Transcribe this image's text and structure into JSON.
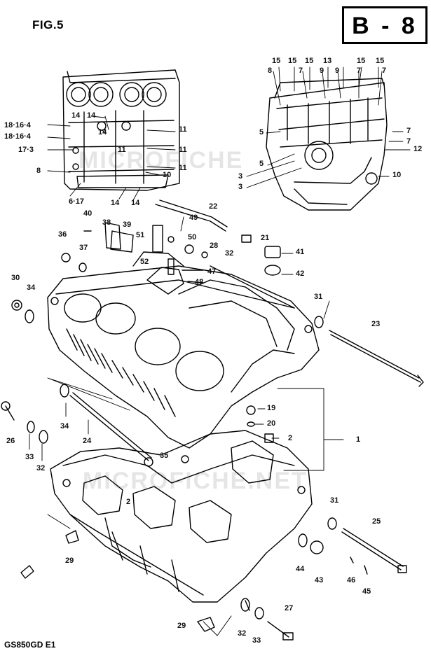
{
  "figure": {
    "title": "FIG.5",
    "badge": "B - 8",
    "model": "GS850GD E1"
  },
  "watermark": {
    "top": "MICROFICHE",
    "bottom": "MICROFICHE.NET"
  },
  "labels": {
    "l15a": "15",
    "l15b": "15",
    "l15c": "15",
    "l13": "13",
    "l15d": "15",
    "l15e": "15",
    "l8a": "8",
    "l7a": "7",
    "l9a": "9",
    "l9b": "9",
    "l7b": "7",
    "l7c": "7",
    "l5a": "5",
    "l7d": "7",
    "l7e": "7",
    "l12": "12",
    "l5b": "5",
    "l3a": "3",
    "l3b": "3",
    "l10a": "10",
    "l14a": "14",
    "l14b": "14",
    "l14c": "14",
    "l18a": "18·16·4",
    "l18b": "18·16·4",
    "l17": "17·3",
    "l8b": "8",
    "l11a": "11",
    "l11b": "11",
    "l11c": "11",
    "l11d": "11",
    "l10b": "10",
    "l617": "6·17",
    "l14d": "14",
    "l14e": "14",
    "l40": "40",
    "l22": "22",
    "l49": "49",
    "l38": "38",
    "l39": "39",
    "l36": "36",
    "l51": "51",
    "l50": "50",
    "l21": "21",
    "l28": "28",
    "l32a": "32",
    "l41": "41",
    "l37": "37",
    "l52": "52",
    "l47": "47",
    "l42": "42",
    "l48": "48",
    "l30": "30",
    "l34a": "34",
    "l31a": "31",
    "l23": "23",
    "l19": "19",
    "l20": "20",
    "l2a": "2",
    "l1": "1",
    "l34b": "34",
    "l26": "26",
    "l24": "24",
    "l33a": "33",
    "l32b": "32",
    "l35": "35",
    "l2b": "2",
    "l31b": "31",
    "l25": "25",
    "l44": "44",
    "l46": "46",
    "l43": "43",
    "l45": "45",
    "l29a": "29",
    "l27": "27",
    "l29b": "29",
    "l32c": "32",
    "l33b": "33"
  }
}
